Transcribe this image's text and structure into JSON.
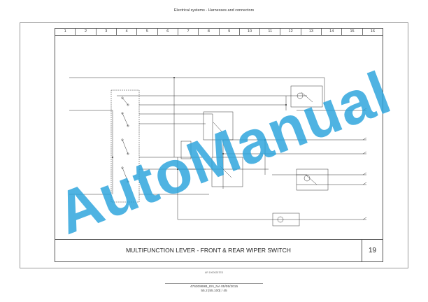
{
  "header": {
    "title": "Electrical systems - Harnesses and connectors"
  },
  "grid": {
    "columns": [
      "1",
      "2",
      "3",
      "4",
      "5",
      "6",
      "7",
      "8",
      "9",
      "10",
      "11",
      "12",
      "13",
      "14",
      "15",
      "16"
    ]
  },
  "diagram": {
    "title": "MULTIFUNCTION LEVER - FRONT &  REAR WIPER SWITCH",
    "sheet_number": "19"
  },
  "doc_code": "AR 19000257ED",
  "footer": {
    "line1": "47630869B_EN_NA 05/05/2015",
    "line2": "55.2 [55.100] / 45"
  },
  "watermark": {
    "text": "AutoManual",
    "color": "#29a3dc"
  }
}
